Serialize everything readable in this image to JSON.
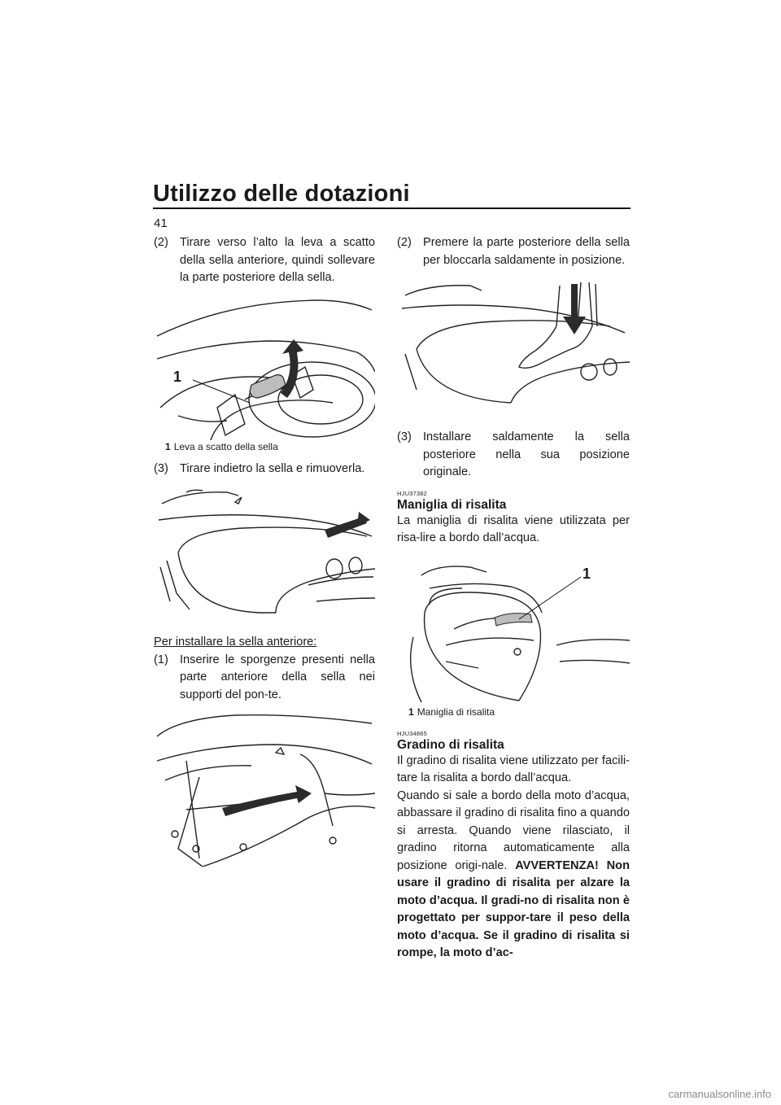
{
  "header": {
    "title": "Utilizzo delle dotazioni",
    "page_number": "41"
  },
  "left": {
    "step2": {
      "num": "(2)",
      "text": "Tirare verso l’alto la leva a scatto della sella anteriore, quindi sollevare la parte posteriore della sella."
    },
    "fig1": {
      "callout": "1",
      "caption_num": "1",
      "caption_text": "Leva a scatto della sella"
    },
    "step3": {
      "num": "(3)",
      "text": "Tirare indietro la sella e rimuoverla."
    },
    "install_heading": "Per installare la sella anteriore:",
    "step1": {
      "num": "(1)",
      "text": "Inserire le sporgenze presenti nella parte anteriore della sella nei supporti del pon-te."
    }
  },
  "right": {
    "step2": {
      "num": "(2)",
      "text": "Premere la parte posteriore della sella per bloccarla saldamente in posizione."
    },
    "step3": {
      "num": "(3)",
      "text": "Installare saldamente la sella posteriore nella sua posizione originale."
    },
    "handle": {
      "code": "HJU37382",
      "title": "Maniglia di risalita",
      "text": "La maniglia di risalita viene utilizzata per risa-lire a bordo dall’acqua.",
      "callout": "1",
      "caption_num": "1",
      "caption_text": "Maniglia di risalita"
    },
    "step_section": {
      "code": "HJU34865",
      "title": "Gradino di risalita",
      "para1": "Il gradino di risalita viene utilizzato per facili-tare la risalita a bordo dall’acqua.",
      "para2": "Quando si sale a bordo della moto d’acqua, abbassare il gradino di risalita fino a quando si arresta. Quando viene rilasciato, il gradino ritorna automaticamente alla posizione origi-nale.",
      "warning": "AVVERTENZA! Non usare il gradino di risalita per alzare la moto d’acqua. Il gradi-no di risalita non è progettato per suppor-tare il peso della moto d’acqua. Se il gradino di risalita si rompe, la moto d’ac-"
    }
  },
  "watermark": "carmanualsonline.info"
}
